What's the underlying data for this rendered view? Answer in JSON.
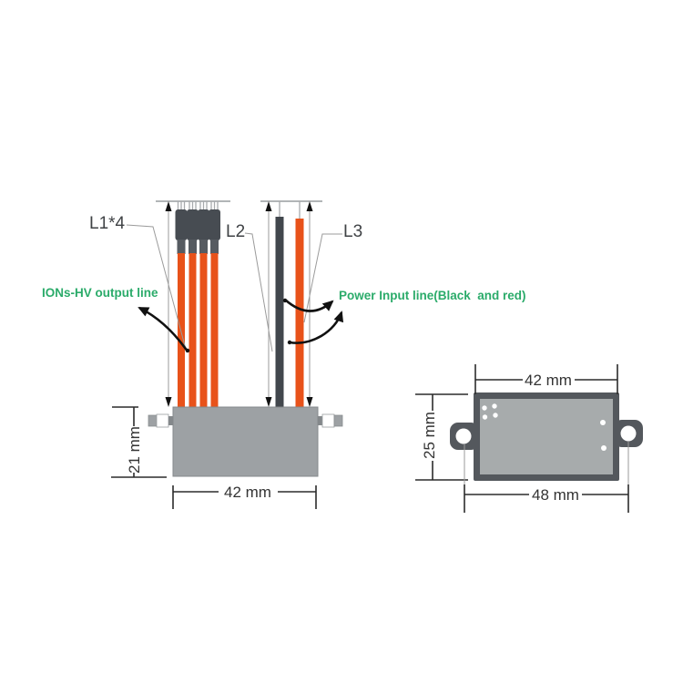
{
  "wire_labels": {
    "hv_bundle": "L1*4",
    "power_black": "L2",
    "power_red": "L3"
  },
  "annotations": {
    "hv_output": "IONs-HV output line",
    "power_input": "Power Input line(Black  and red)"
  },
  "side_view": {
    "height": "21 mm",
    "width": "42 mm"
  },
  "top_view": {
    "body_width": "42 mm",
    "height": "25 mm",
    "mounting_width": "48 mm"
  },
  "colors": {
    "wire_orange": "#e8521a",
    "wire_black": "#42474d",
    "connector": "#474c52",
    "module_gray": "#9da1a4",
    "outline_gray": "#54585d",
    "top_fill": "#a7abac",
    "annotation_green": "#2bab6a",
    "dim_text": "#333333"
  }
}
